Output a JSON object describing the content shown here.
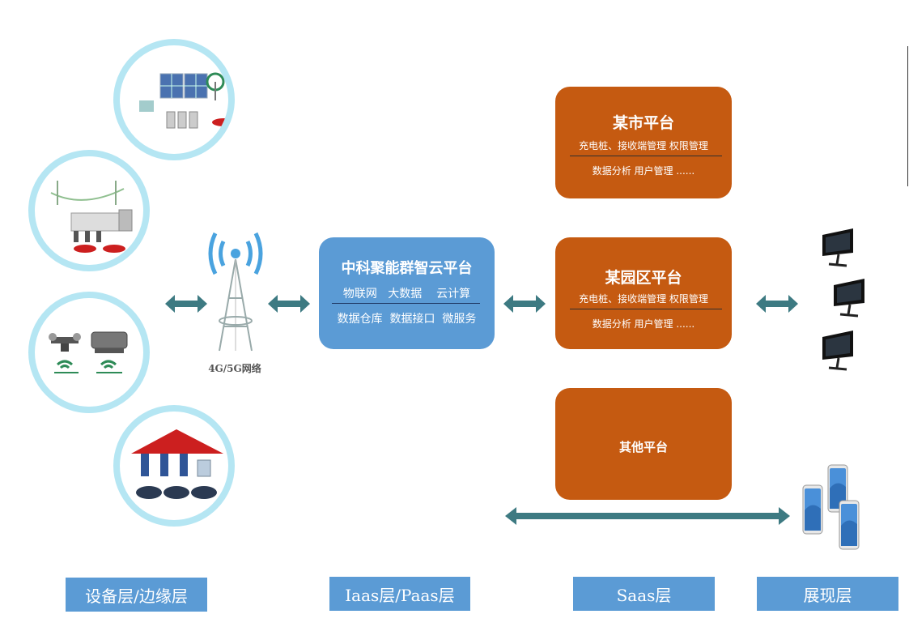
{
  "network_label": "4G/5G网络",
  "cloud_platform": {
    "title": "中科聚能群智云平台",
    "row1": "物联网   大数据    云计算",
    "row2": "数据仓库  数据接口  微服务"
  },
  "saas_platforms": [
    {
      "title": "某市平台",
      "line1": "充电桩、接收端管理  权限管理",
      "line2": "数据分析   用户管理  ......"
    },
    {
      "title": "某园区平台",
      "line1": "充电桩、接收端管理  权限管理",
      "line2": "数据分析   用户管理  ......"
    },
    {
      "title": "其他平台"
    }
  ],
  "layers": [
    "设备层/边缘层",
    "Iaas层/Paas层",
    "Saas层",
    "展现层"
  ],
  "colors": {
    "cloud_blue": "#5b9bd5",
    "platform_orange": "#c55a11",
    "arrow_teal": "#3d7a82",
    "circle_ring": "#b5e6f3"
  },
  "device_icons": [
    "solar-wind-charging-icon",
    "power-grid-charging-icon",
    "drone-robot-wireless-icon",
    "charging-station-cars-icon"
  ],
  "display_icons": [
    "monitor-icon",
    "smartphone-icon"
  ]
}
